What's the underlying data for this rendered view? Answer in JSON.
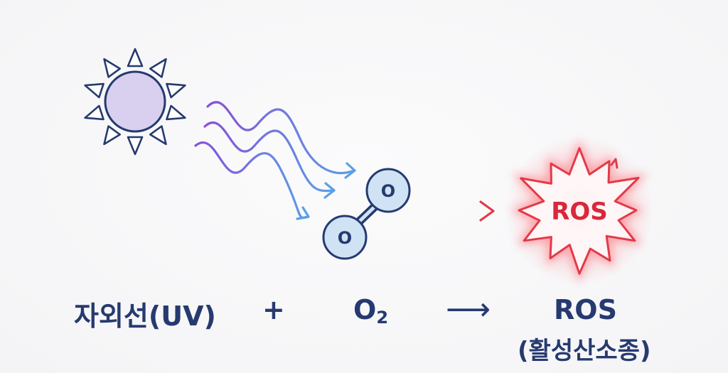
{
  "colors": {
    "navy": "#263a70",
    "sun_fill": "#d8d0ee",
    "wave_start": "#8a4fd6",
    "wave_end": "#5aa0e6",
    "molecule_fill": "#cfe3f5",
    "arrow_start": "#5aa0e6",
    "arrow_end": "#e23a48",
    "burst_red": "#e23a48",
    "ros_text": "#d8283a"
  },
  "icons": {
    "sun": "sun-icon",
    "uv": "uv-wave-icon",
    "molecule": "oxygen-molecule-icon",
    "arrow": "reaction-arrow-icon",
    "burst": "burst-icon"
  },
  "diagram": {
    "atom_top": "O",
    "atom_bottom": "O",
    "burst_label": "ROS"
  },
  "equation": {
    "uv_label": "자외선(UV)",
    "plus": "+",
    "o2_symbol": "O",
    "o2_subscript": "2",
    "arrow": "⟶",
    "ros_label": "ROS",
    "ros_korean": "(활성산소종)"
  }
}
